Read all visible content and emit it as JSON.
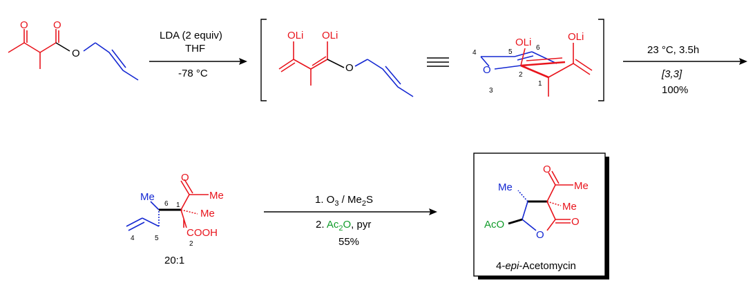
{
  "colors": {
    "red": "#e8141c",
    "blue": "#1428d2",
    "green": "#119c2a",
    "black": "#000000"
  },
  "step1": {
    "reagent": "LDA (2 equiv)",
    "solvent": "THF",
    "temperature": "-78 °C"
  },
  "enolate": {
    "olid_label": "OLi",
    "ether_o": "O"
  },
  "transition_state": {
    "olid_label": "OLi",
    "ring_o": "O",
    "atom_numbers": [
      "1",
      "2",
      "3",
      "4",
      "5",
      "6"
    ]
  },
  "step2": {
    "conditions": "23 °C, 3.5h",
    "rearrangement": "[3,3]",
    "yield": "100%"
  },
  "product1": {
    "methyl_6": "Me",
    "ketone_o": "O",
    "ketone_me": "Me",
    "quaternary_me": "Me",
    "acid": "COOH",
    "dr": "20:1",
    "atom_numbers": [
      "1",
      "2",
      "4",
      "5",
      "6"
    ]
  },
  "step3": {
    "line1": "1. O",
    "line1_sub": "3",
    "line1_rest": " / Me",
    "line1_sub2": "2",
    "line1_end": "S",
    "line2_pre": "2. ",
    "line2_reagent": "Ac",
    "line2_sub": "2",
    "line2_o": "O",
    "line2_rest": ", pyr",
    "yield": "55%"
  },
  "final_product": {
    "me_label": "Me",
    "ketone_o": "O",
    "ketone_me": "Me",
    "quaternary_me": "Me",
    "aco_label": "AcO",
    "ring_o": "O",
    "lactone_o": "O",
    "name_pre": "4-",
    "name_italic": "epi",
    "name_post": "-Acetomycin"
  },
  "start_material": {
    "ketone_o": "O",
    "ester_o": "O",
    "ether_o": "O"
  }
}
